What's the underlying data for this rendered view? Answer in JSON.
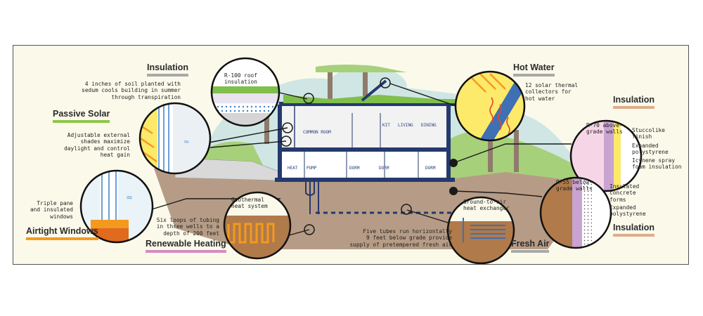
{
  "headings": {
    "insulation_roof": "Insulation",
    "passive_solar": "Passive Solar",
    "airtight_windows": "Airtight Windows",
    "renewable_heating": "Renewable Heating",
    "hot_water": "Hot Water",
    "insulation_walls": "Insulation",
    "insulation_below": "Insulation",
    "fresh_air": "Fresh Air"
  },
  "notes": {
    "sedum": "4 inches of soil planted with\nsedum cools building in summer\nthrough transpiration",
    "roof_insulation": "R-100 roof\ninsulation",
    "shades": "Adjustable external\nshades maximize\ndaylight and control\nheat gain",
    "windows": "Triple pane\nand insulated\nwindows",
    "geothermal": "Geothermal\nheat system",
    "tubing": "Six loops of tubing\nin three wells to a\ndepth of 200 feet",
    "solar_collectors": "12 solar thermal\ncollectors for\nhot water",
    "r70": "R-70 above-\ngrade walls",
    "stucco": "Stuccolike\nfinish",
    "eps_above": "Expanded\npolystyrene",
    "icynene": "Icynene spray\nfoam insulation",
    "r55": "R-55 below-\ngrade walls",
    "icf": "Insulated\nconcrete\nforms",
    "eps_below": "Expanded\npolystyrene",
    "ground_air": "Ground-to-air\nheat exchanger",
    "five_tubes": "Five tubes run horizontally\n9 feet below grade provide\nsupply of pretempered fresh air"
  },
  "rooms": {
    "common": "COMMON ROOM",
    "kit": "KIT",
    "living": "LIVING",
    "dining": "DINING",
    "heat": "HEAT",
    "pump": "PUMP",
    "dorm1": "DORM",
    "dorm2": "DORM",
    "dorm3": "DORM"
  },
  "colors": {
    "frame_bg": "#fbf9ea",
    "structure": "#24396e",
    "earth": "#b69c86",
    "grass": "#8ec64a",
    "solar_yellow": "#fde96a",
    "arrow_orange": "#f39a1e",
    "heating_pink": "#d58cc0",
    "insulation_gray": "#a9a9a9"
  }
}
